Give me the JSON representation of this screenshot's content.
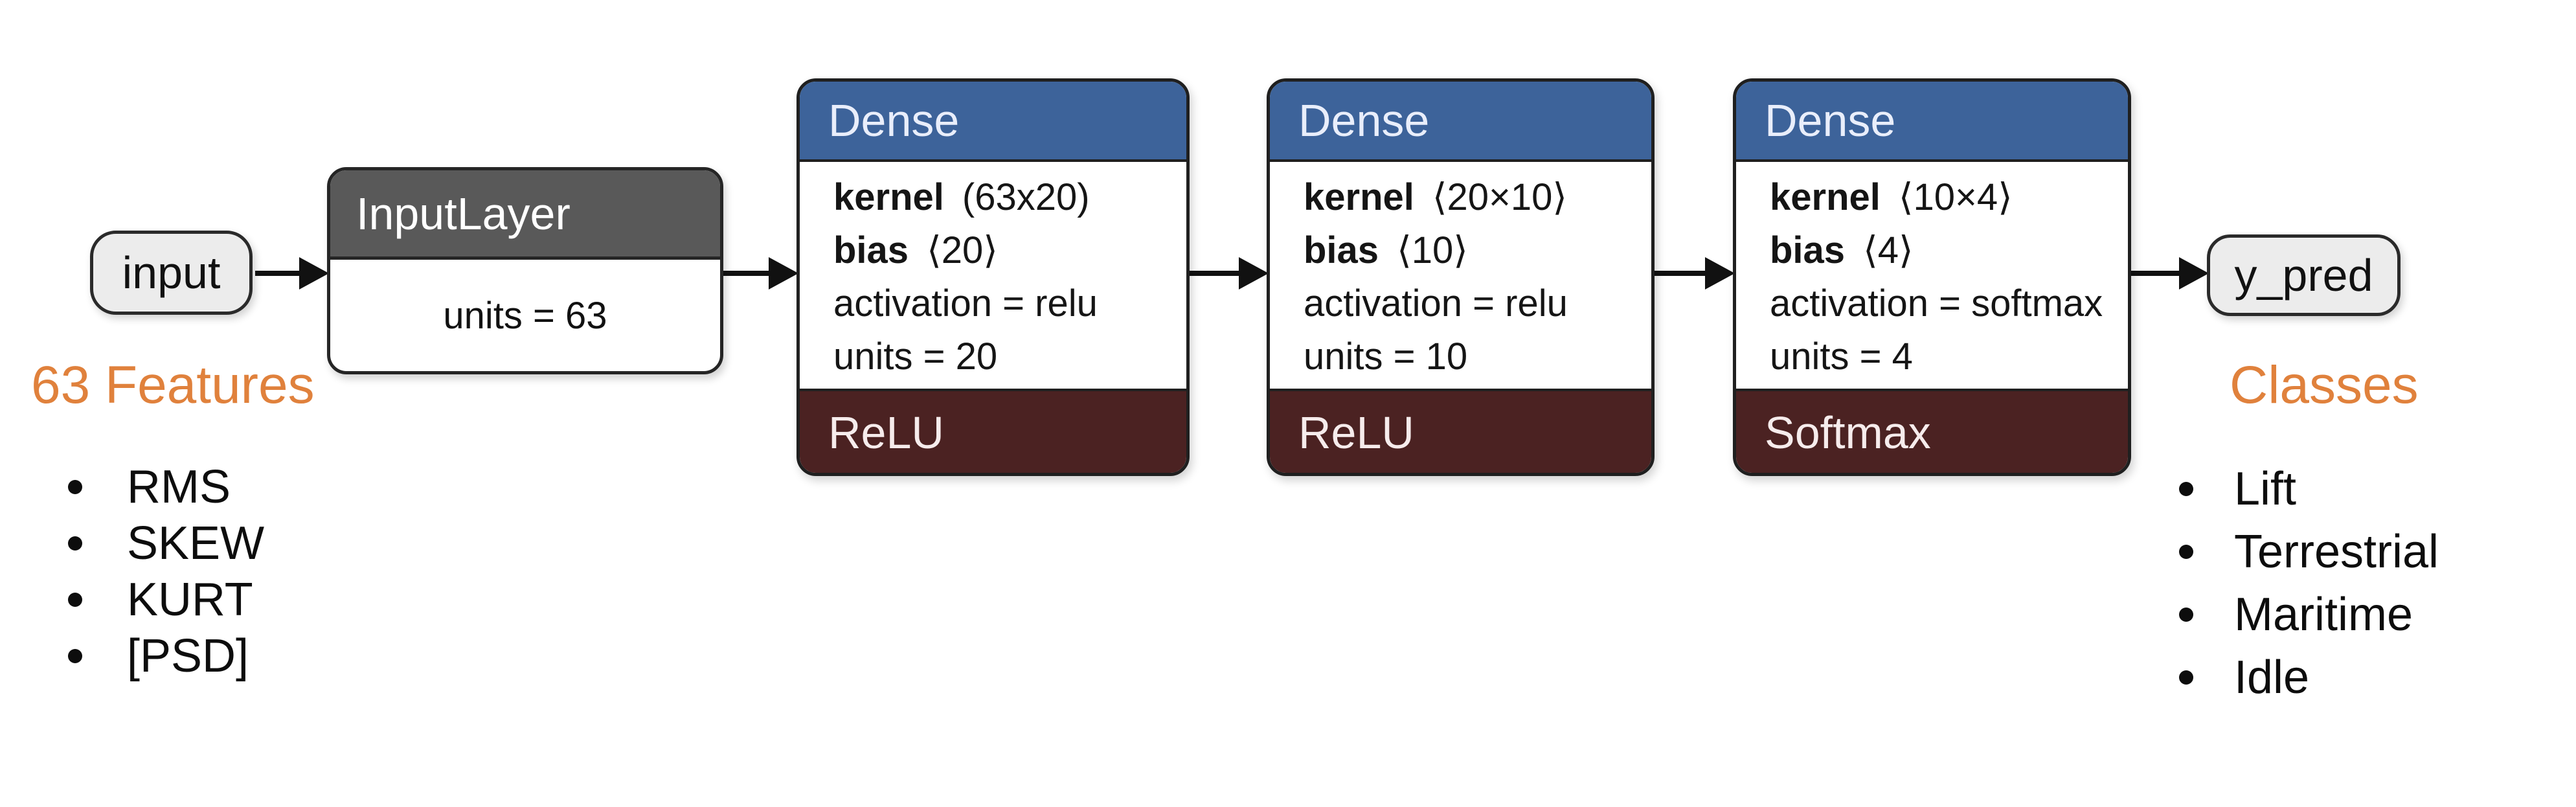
{
  "colors": {
    "background": "#ffffff",
    "accent_orange": "#e0813c",
    "dense_header_blue": "#3d639a",
    "activation_footer_maroon": "#4b2222",
    "inputlayer_header_gray": "#595959",
    "terminal_node_fill": "#ececec",
    "border_dark": "#1f1f1f"
  },
  "diagram": {
    "input_node": "input",
    "input_layer": {
      "title": "InputLayer",
      "units": "units = 63"
    },
    "dense_layers": [
      {
        "title": "Dense",
        "kernel_label": "kernel",
        "kernel_shape": "(63x20)",
        "bias_label": "bias",
        "bias_shape": "⟨20⟩",
        "activation_line": "activation = relu",
        "units_line": "units = 20",
        "activation_footer": "ReLU"
      },
      {
        "title": "Dense",
        "kernel_label": "kernel",
        "kernel_shape": "⟨20×10⟩",
        "bias_label": "bias",
        "bias_shape": "⟨10⟩",
        "activation_line": "activation = relu",
        "units_line": "units = 10",
        "activation_footer": "ReLU"
      },
      {
        "title": "Dense",
        "kernel_label": "kernel",
        "kernel_shape": "⟨10×4⟩",
        "bias_label": "bias",
        "bias_shape": "⟨4⟩",
        "activation_line": "activation = softmax",
        "units_line": "units = 4",
        "activation_footer": "Softmax"
      }
    ],
    "output_node": "y_pred"
  },
  "annotations": {
    "features": {
      "title": "63 Features",
      "items": [
        "RMS",
        "SKEW",
        "KURT",
        "[PSD]"
      ]
    },
    "classes": {
      "title": "Classes",
      "items": [
        "Lift",
        "Terrestrial",
        "Maritime",
        "Idle"
      ]
    }
  }
}
